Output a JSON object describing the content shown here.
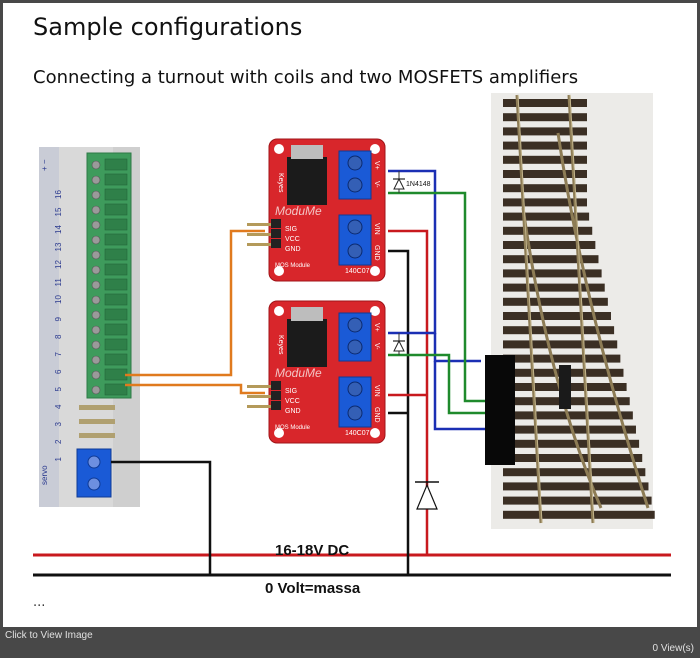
{
  "slide": {
    "title": "Sample configurations",
    "subtitle": "Connecting a turnout with coils and two MOSFETS amplifiers",
    "ellipsis": "..."
  },
  "terminal_block": {
    "numbers": [
      "16",
      "15",
      "14",
      "13",
      "12",
      "11",
      "10",
      "9",
      "8",
      "7",
      "6",
      "5",
      "4",
      "3",
      "2",
      "1"
    ],
    "servo_label": "servo",
    "servo_signs": "+ −"
  },
  "mosfet_module": {
    "brand": "Keyes",
    "logo_text": "ModuMe",
    "model": "140C07",
    "module_label": "MOS Module",
    "pins": [
      "SIG",
      "VCC",
      "GND"
    ],
    "out_labels": [
      "V+",
      "V-"
    ],
    "in_labels": [
      "VIN",
      "GND"
    ]
  },
  "diode_label": "1N4148",
  "rails": {
    "power_label": "16-18V DC",
    "ground_label": "0 Volt=massa"
  },
  "colors": {
    "red_wire": "#c8191e",
    "black_wire": "#101010",
    "orange_wire": "#e07a1e",
    "green_wire": "#1f8a2c",
    "blue_wire": "#1b2fb4",
    "board_red": "#d8262b",
    "terminal_blue": "#1a5ad6",
    "terminal_green": "#3e9b5c"
  },
  "footer": {
    "click_label": "Click to View Image",
    "views": "0 View(s)"
  }
}
